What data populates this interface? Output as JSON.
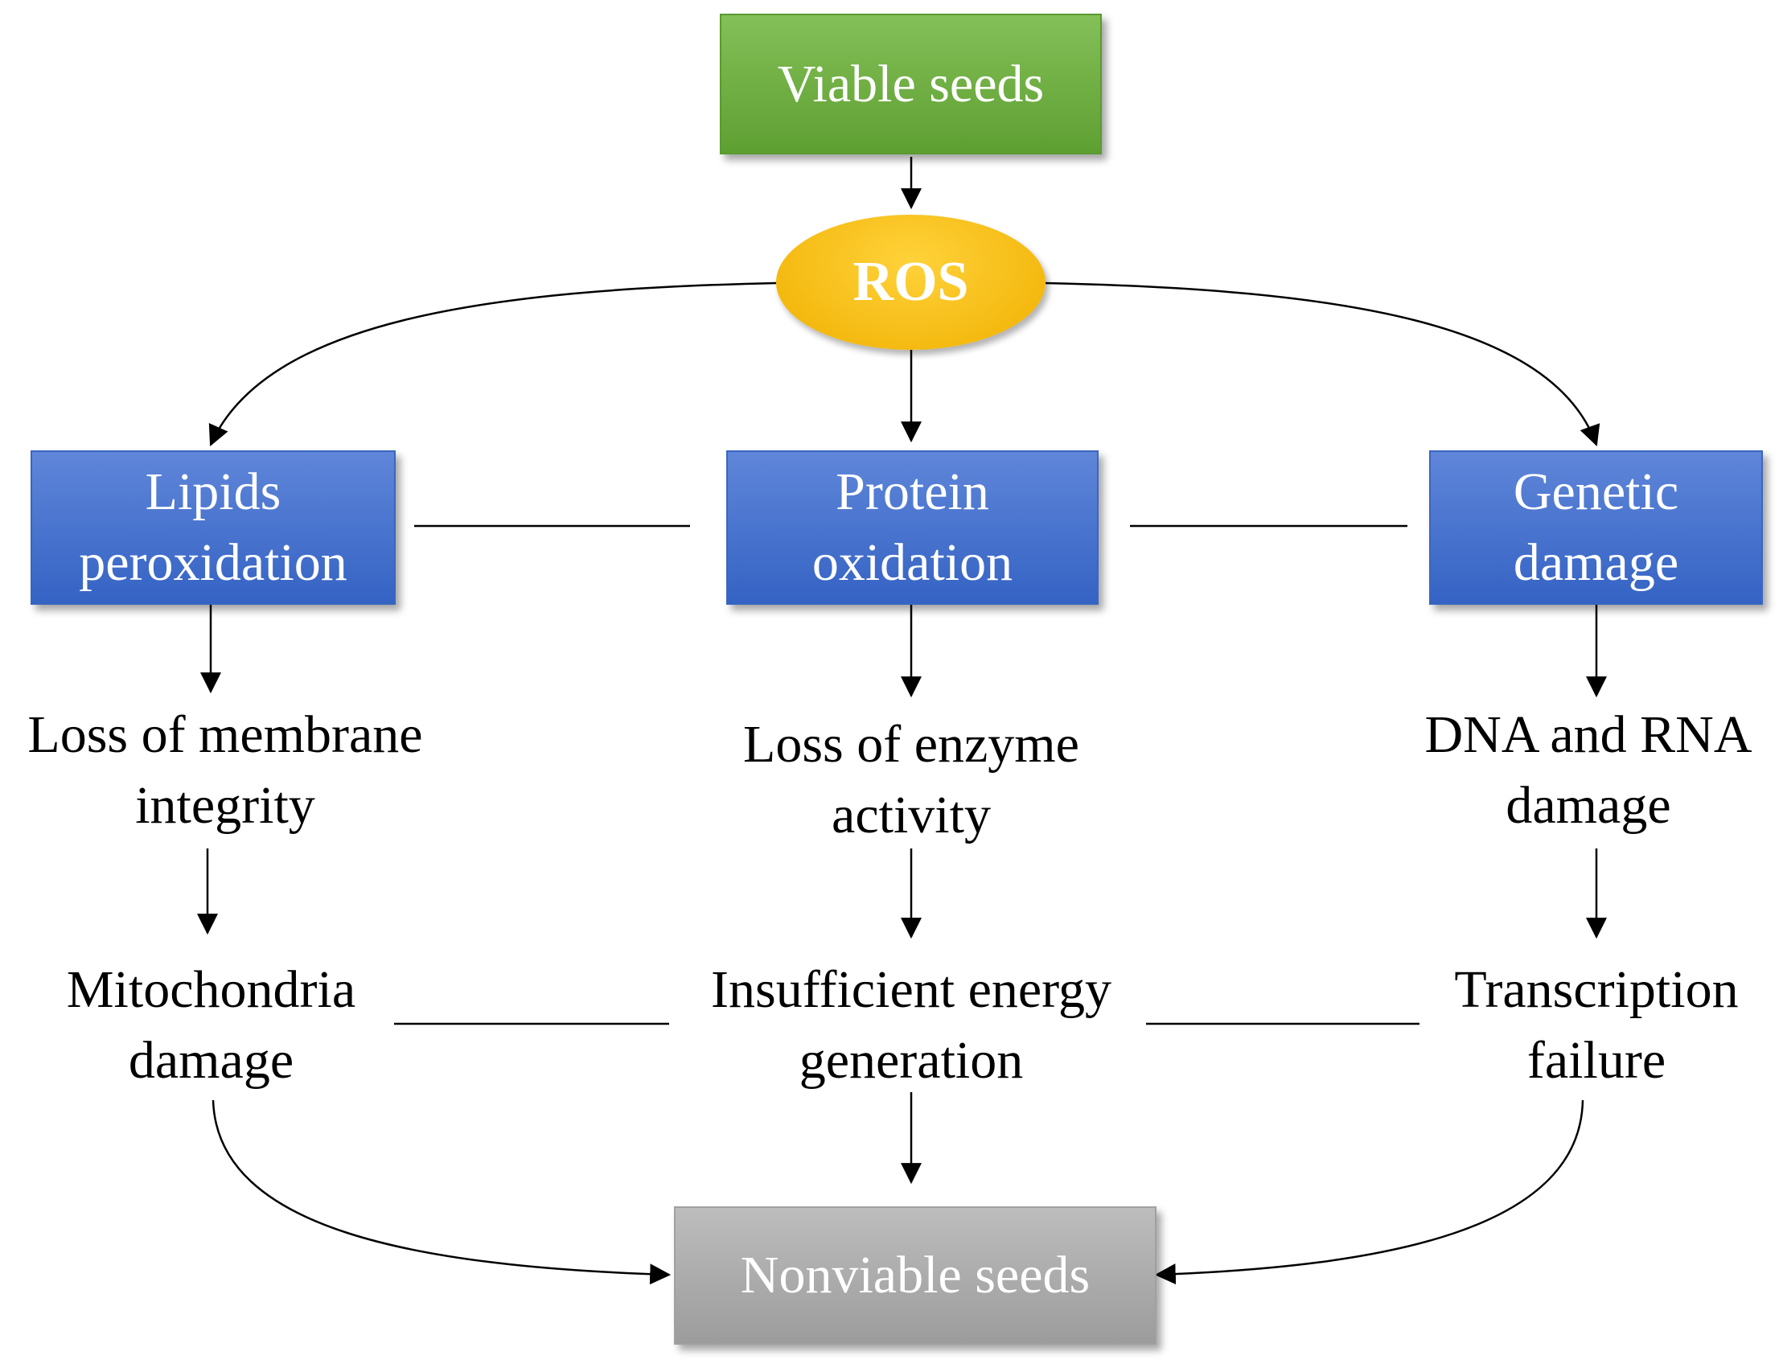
{
  "top": {
    "label": "Viable seeds"
  },
  "ros": {
    "label": "ROS"
  },
  "row1": [
    {
      "line1": "Lipids",
      "line2": "peroxidation"
    },
    {
      "line1": "Protein",
      "line2": "oxidation"
    },
    {
      "line1": "Genetic",
      "line2": "damage"
    }
  ],
  "row2": [
    {
      "line1": "Loss of membrane",
      "line2": "integrity"
    },
    {
      "line1": "Loss of enzyme",
      "line2": "activity"
    },
    {
      "line1": "DNA and RNA",
      "line2": "damage"
    }
  ],
  "row3": [
    {
      "line1": "Mitochondria",
      "line2": "damage"
    },
    {
      "line1": "Insufficient energy",
      "line2": "generation"
    },
    {
      "line1": "Transcription",
      "line2": "failure"
    }
  ],
  "bottom": {
    "label": "Nonviable seeds"
  },
  "colors": {
    "top_box": "#6aaa3e",
    "ros": "#f5b800",
    "mechanism_boxes": "#4472c4",
    "bottom_box": "#a6a6a6"
  }
}
